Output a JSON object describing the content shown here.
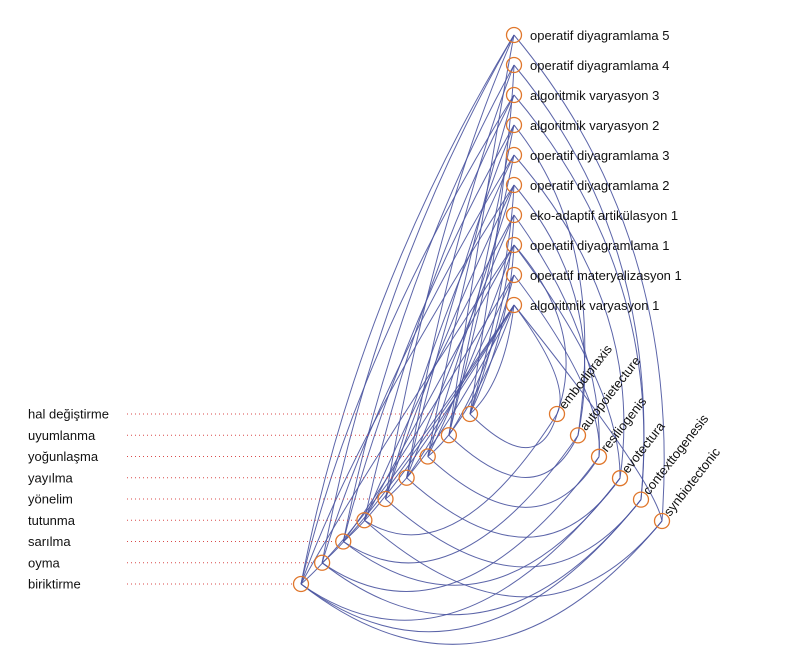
{
  "colors": {
    "edge": "#4a54a0",
    "node": "#e0772c",
    "leader": "#d94a4a",
    "text": "#111111"
  },
  "groups": {
    "left": [
      "hal değiştirme",
      "uyumlanma",
      "yoğunlaşma",
      "yayılma",
      "yönelim",
      "tutunma",
      "sarılma",
      "oyma",
      "biriktirme"
    ],
    "right": [
      "embodipraxis",
      "autopoietecture",
      "resiliogenis",
      "evotectura",
      "contexttogenesis",
      "synbiotectonic"
    ],
    "top": [
      "operatif diyagramlama 5",
      "operatif diyagramlama 4",
      "algoritmik varyasyon 3",
      "algoritmik varyasyon 2",
      "operatif diyagramlama 3",
      "operatif diyagramlama 2",
      "eko-adaptif artikülasyon 1",
      "operatif diyagramlama 1",
      "operatif materyalizasyon 1",
      "algoritmik varyasyon 1"
    ]
  },
  "links": [
    [
      "hal değiştirme",
      "operatif diyagramlama 1"
    ],
    [
      "hal değiştirme",
      "algoritmik varyasyon 1"
    ],
    [
      "hal değiştirme",
      "eko-adaptif artikülasyon 1"
    ],
    [
      "hal değiştirme",
      "operatif diyagramlama 2"
    ],
    [
      "hal değiştirme",
      "operatif diyagramlama 4"
    ],
    [
      "hal değiştirme",
      "embodipraxis"
    ],
    [
      "uyumlanma",
      "operatif materyalizasyon 1"
    ],
    [
      "uyumlanma",
      "algoritmik varyasyon 2"
    ],
    [
      "uyumlanma",
      "operatif diyagramlama 3"
    ],
    [
      "uyumlanma",
      "operatif diyagramlama 5"
    ],
    [
      "uyumlanma",
      "autopoietecture"
    ],
    [
      "yoğunlaşma",
      "operatif diyagramlama 1"
    ],
    [
      "yoğunlaşma",
      "algoritmik varyasyon 3"
    ],
    [
      "yoğunlaşma",
      "operatif diyagramlama 2"
    ],
    [
      "yoğunlaşma",
      "algoritmik varyasyon 1"
    ],
    [
      "yoğunlaşma",
      "resiliogenis"
    ],
    [
      "yayılma",
      "eko-adaptif artikülasyon 1"
    ],
    [
      "yayılma",
      "operatif diyagramlama 4"
    ],
    [
      "yayılma",
      "operatif materyalizasyon 1"
    ],
    [
      "yayılma",
      "evotectura"
    ],
    [
      "yayılma",
      "algoritmik varyasyon 2"
    ],
    [
      "yönelim",
      "operatif diyagramlama 2"
    ],
    [
      "yönelim",
      "operatif diyagramlama 5"
    ],
    [
      "yönelim",
      "algoritmik varyasyon 1"
    ],
    [
      "yönelim",
      "contexttogenesis"
    ],
    [
      "yönelim",
      "operatif diyagramlama 3"
    ],
    [
      "tutunma",
      "algoritmik varyasyon 3"
    ],
    [
      "tutunma",
      "operatif diyagramlama 1"
    ],
    [
      "tutunma",
      "eko-adaptif artikülasyon 1"
    ],
    [
      "tutunma",
      "synbiotectonic"
    ],
    [
      "tutunma",
      "embodipraxis"
    ],
    [
      "sarılma",
      "operatif diyagramlama 4"
    ],
    [
      "sarılma",
      "algoritmik varyasyon 2"
    ],
    [
      "sarılma",
      "operatif materyalizasyon 1"
    ],
    [
      "sarılma",
      "autopoietecture"
    ],
    [
      "sarılma",
      "evotectura"
    ],
    [
      "sarılma",
      "algoritmik varyasyon 1"
    ],
    [
      "oyma",
      "operatif diyagramlama 5"
    ],
    [
      "oyma",
      "operatif diyagramlama 3"
    ],
    [
      "oyma",
      "algoritmik varyasyon 1"
    ],
    [
      "oyma",
      "resiliogenis"
    ],
    [
      "oyma",
      "contexttogenesis"
    ],
    [
      "biriktirme",
      "operatif diyagramlama 5"
    ],
    [
      "biriktirme",
      "algoritmik varyasyon 3"
    ],
    [
      "biriktirme",
      "operatif diyagramlama 2"
    ],
    [
      "biriktirme",
      "operatif diyagramlama 1"
    ],
    [
      "biriktirme",
      "algoritmik varyasyon 1"
    ],
    [
      "biriktirme",
      "synbiotectonic"
    ],
    [
      "biriktirme",
      "contexttogenesis"
    ],
    [
      "biriktirme",
      "evotectura"
    ],
    [
      "embodipraxis",
      "operatif diyagramlama 1"
    ],
    [
      "embodipraxis",
      "algoritmik varyasyon 1"
    ],
    [
      "autopoietecture",
      "operatif diyagramlama 2"
    ],
    [
      "autopoietecture",
      "algoritmik varyasyon 2"
    ],
    [
      "resiliogenis",
      "eko-adaptif artikülasyon 1"
    ],
    [
      "resiliogenis",
      "operatif materyalizasyon 1"
    ],
    [
      "evotectura",
      "operatif diyagramlama 3"
    ],
    [
      "evotectura",
      "operatif diyagramlama 1"
    ],
    [
      "contexttogenesis",
      "algoritmik varyasyon 3"
    ],
    [
      "contexttogenesis",
      "operatif diyagramlama 4"
    ],
    [
      "synbiotectonic",
      "operatif diyagramlama 5"
    ],
    [
      "synbiotectonic",
      "algoritmik varyasyon 1"
    ]
  ]
}
